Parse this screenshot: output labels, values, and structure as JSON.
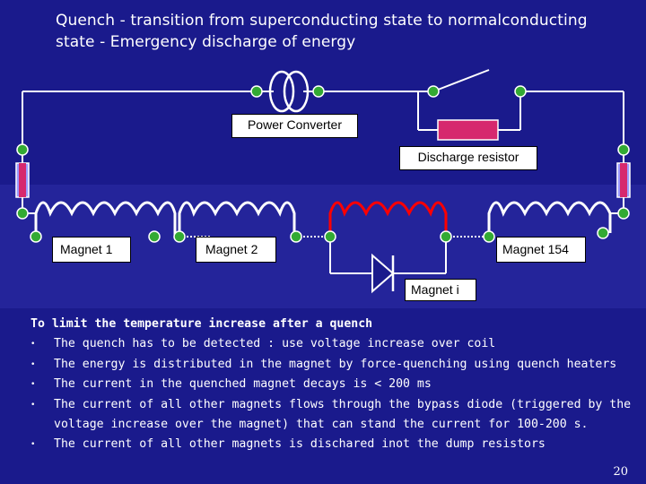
{
  "title": "Quench - transition from superconducting state to normalconducting state - Emergency discharge of energy",
  "labels": {
    "power_converter": "Power Converter",
    "discharge_resistor": "Discharge resistor",
    "magnet_1": "Magnet 1",
    "magnet_2": "Magnet 2",
    "magnet_154": "Magnet 154",
    "magnet_i": "Magnet i"
  },
  "bullets": {
    "lead": "To limit the temperature increase after a quench",
    "items": [
      "The quench has to be detected : use voltage increase over coil",
      "The energy is distributed in the magnet by force-quenching using quench heaters",
      "The current in the quenched magnet decays is < 200 ms",
      "The current of all other magnets flows through the bypass diode (triggered by the voltage increase over the magnet) that can stand the current for 100-200 s.",
      "The current of all other magnets is dischared inot the dump resistors"
    ]
  },
  "page_number": "20",
  "colors": {
    "background": "#1a1a8c",
    "wire": "#ffffff",
    "coil": "#ffffff",
    "quenched_coil": "#ff0000",
    "node": "#33aa33",
    "resistor": "#d6286e",
    "resistor_side": "#9a9aff"
  }
}
